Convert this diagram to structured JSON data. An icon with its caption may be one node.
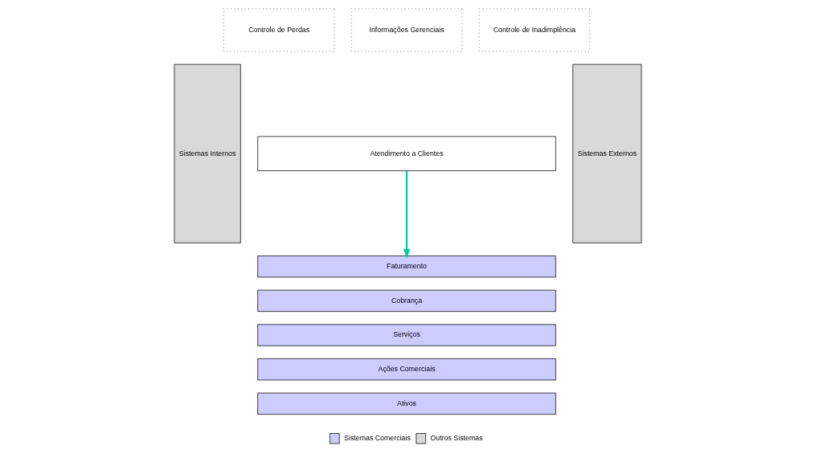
{
  "diagram": {
    "nodes": [
      {
        "text": [
          "Sistemas Internos"
        ]
      },
      {
        "text": [
          "Controle de Perdas"
        ]
      },
      {
        "text": [
          "Informações Gerenciais"
        ]
      },
      {
        "text": [
          "Controle de Inadimplência"
        ]
      },
      {
        "text": [
          "Atendimento a Clientes"
        ]
      },
      {
        "text": [
          "Faturamento"
        ]
      },
      {
        "text": [
          "Cobrança"
        ]
      },
      {
        "text": [
          "Serviços"
        ]
      },
      {
        "text": [
          "Ações Comerciais"
        ]
      },
      {
        "text": [
          "Ativos"
        ]
      },
      {
        "text": [
          "Sistemas Externos"
        ]
      }
    ],
    "edges": [
      {
        "from": 4,
        "to": 5,
        "arrow": "to"
      }
    ],
    "legend": [
      {
        "text": "Sistemas Comerciais",
        "color": "#ccccff"
      },
      {
        "text": "Outros Sistemas"
      }
    ]
  }
}
